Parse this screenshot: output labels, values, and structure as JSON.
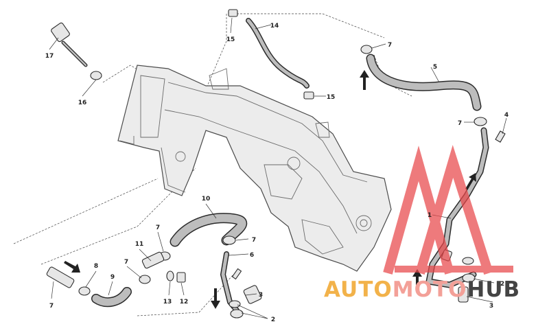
{
  "diagram": {
    "callouts": [
      "17",
      "16",
      "15",
      "14",
      "15",
      "7",
      "5",
      "4",
      "7",
      "1",
      "2",
      "3",
      "10",
      "7",
      "7",
      "6",
      "11",
      "7",
      "8",
      "7",
      "9",
      "13",
      "12",
      "3",
      "2"
    ]
  },
  "watermark": {
    "text": "AUTOMOTOHUB",
    "colors": {
      "triangle": "#e8474a",
      "auto": "#f2b24a",
      "moto": "#f3a098",
      "hub": "#444444"
    }
  }
}
